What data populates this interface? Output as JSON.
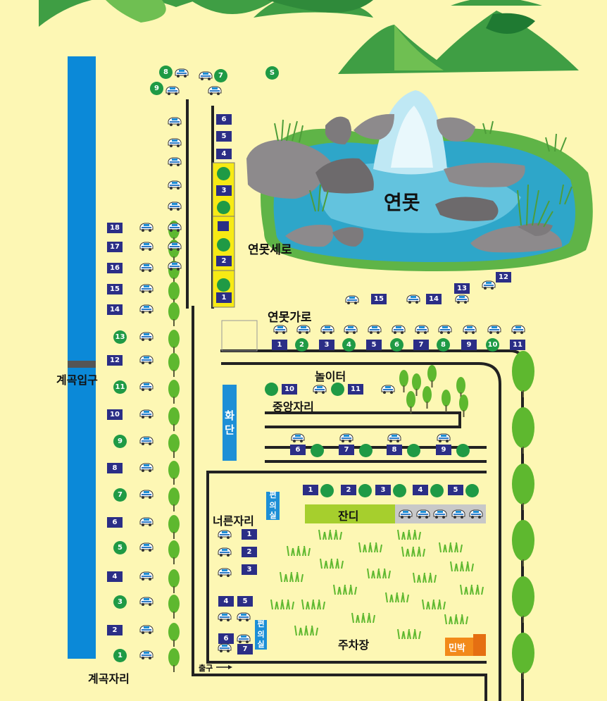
{
  "colors": {
    "ground": "#fdf7b4",
    "stream": "#0b89d8",
    "road": "#222222",
    "site_square": "#2b2e86",
    "site_circle": "#1f9a45",
    "tree": "#5eb82f",
    "pond": "#2ea6c9",
    "lawn": "#a6cf2d",
    "minbak": "#f28a1a",
    "mountain": "#3f9e44"
  },
  "labels": {
    "pond": "연못",
    "pond_west_road": "연못세로",
    "pond_north_road": "연못가로",
    "valley_entrance": "계곡입구",
    "valley_sites": "계곡자리",
    "playground": "놀이터",
    "central_sites": "중앙자리",
    "flowerbed": "화단",
    "wide_sites": "너른자리",
    "lawn": "잔디",
    "parking": "주차장",
    "exit": "출구",
    "convenience": "편의실",
    "minbak": "민박",
    "top_s": "S"
  },
  "top_sites": [
    "8",
    "7",
    "9"
  ],
  "valley_sites": [
    "18",
    "17",
    "16",
    "15",
    "14",
    "13",
    "12",
    "11",
    "10",
    "9",
    "8",
    "7",
    "6",
    "5",
    "4",
    "3",
    "2",
    "1"
  ],
  "pond_west_sites": [
    "6",
    "5",
    "4",
    "3",
    "2",
    "1"
  ],
  "pond_north_sites": [
    "1",
    "2",
    "3",
    "4",
    "5",
    "6",
    "7",
    "8",
    "9",
    "10",
    "11"
  ],
  "pond_south_sites": [
    "15",
    "14",
    "13",
    "12"
  ],
  "playground_sites": [
    "10",
    "11"
  ],
  "central_sites": [
    "6",
    "7",
    "8",
    "9"
  ],
  "lawn_row_sites": [
    "1",
    "2",
    "3",
    "4",
    "5"
  ],
  "wide_sites": [
    "1",
    "2",
    "3",
    "4",
    "5",
    "6",
    "7"
  ]
}
